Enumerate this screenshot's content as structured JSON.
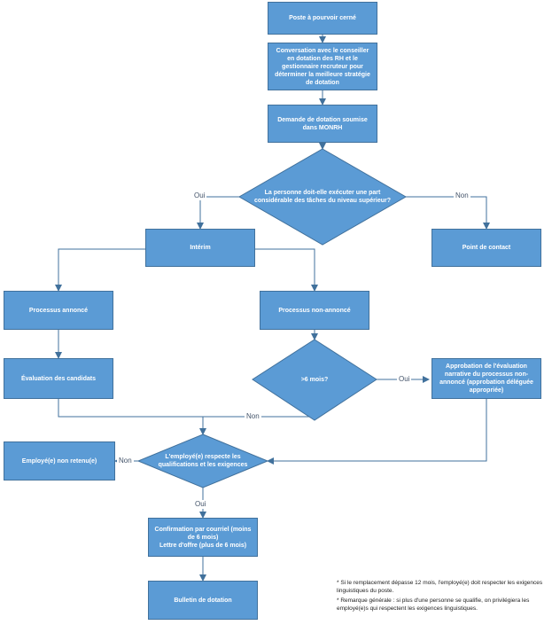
{
  "nodes": {
    "poste": "Poste à pourvoir cerné",
    "conversation": "Conversation avec le conseiller en dotation des RH et le gestionnaire recruteur pour déterminer la meilleure stratégie de dotation",
    "demande": "Demande de dotation soumise dans MONRH",
    "decision_taches": "La personne doit-elle exécuter une part considérable des tâches du niveau supérieur?",
    "interim": "Intérim",
    "point_contact": "Point de contact",
    "processus_annonce": "Processus annoncé",
    "processus_non_annonce": "Processus non-annoncé",
    "evaluation_candidats": "Évaluation des candidats",
    "decision_6mois": ">6 mois?",
    "approbation": "Approbation de l'évaluation narrative du processus non-annoncé (approbation déléguée appropriée)",
    "decision_qualifications": "L'employé(e) respecte les qualifications et les exigences",
    "employe_non_retenu": "Employé(e) non retenu(e)",
    "confirmation_line1": "Confirmation par courriel (moins de 6 mois)",
    "confirmation_line2": "Lettre d'offre (plus de 6 mois)",
    "bulletin": "Bulletin de dotation"
  },
  "labels": {
    "oui_taches": "Oui",
    "non_taches": "Non",
    "oui_6mois": "Oui",
    "non_6mois": "Non",
    "non_qualif": "Non",
    "oui_qualif": "Oui"
  },
  "notes": {
    "note1": "* Si le remplacement dépasse 12 mois, l'employé(e) doit respecter les exigences linguistiques du poste.",
    "note2": "* Remarque générale : si plus d'une personne se qualifie, on privilégiera les employé(e)s qui respectent les exigences linguistiques."
  },
  "colors": {
    "box_fill": "#5b9bd5",
    "box_border": "#41719c",
    "connector": "#41719c",
    "label_text": "#44546a"
  }
}
